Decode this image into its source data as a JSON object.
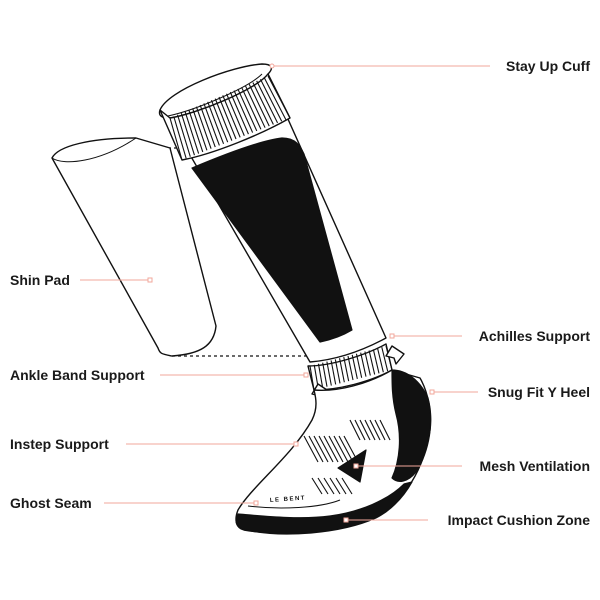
{
  "diagram": {
    "brand_mark": "LE BENT",
    "labels": {
      "stay_up_cuff": "Stay Up Cuff",
      "shin_pad": "Shin Pad",
      "achilles_support": "Achilles Support",
      "ankle_band_support": "Ankle Band Support",
      "snug_fit_y_heel": "Snug Fit Y Heel",
      "instep_support": "Instep Support",
      "mesh_ventilation": "Mesh Ventilation",
      "ghost_seam": "Ghost Seam",
      "impact_cushion_zone": "Impact Cushion Zone"
    },
    "colors": {
      "leader_line": "#f2a79b",
      "ink": "#111111",
      "background": "#ffffff"
    }
  }
}
